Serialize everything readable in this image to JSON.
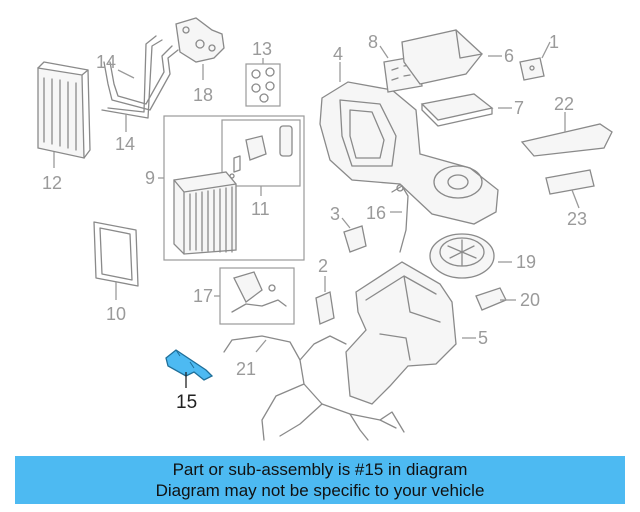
{
  "diagram": {
    "callouts": {
      "c1": "1",
      "c2": "2",
      "c3": "3",
      "c4": "4",
      "c5": "5",
      "c6": "6",
      "c7": "7",
      "c8": "8",
      "c9": "9",
      "c10": "10",
      "c11": "11",
      "c12": "12",
      "c13": "13",
      "c14a": "14",
      "c14b": "14",
      "c15": "15",
      "c16": "16",
      "c17": "17",
      "c18": "18",
      "c19": "19",
      "c20": "20",
      "c21": "21",
      "c22": "22",
      "c23": "23"
    },
    "highlight_color": "#4dbaf2"
  },
  "caption": {
    "line1": "Part or sub-assembly is #15 in diagram",
    "line2": "Diagram may not be specific to your vehicle",
    "background": "#4dbaf2"
  }
}
